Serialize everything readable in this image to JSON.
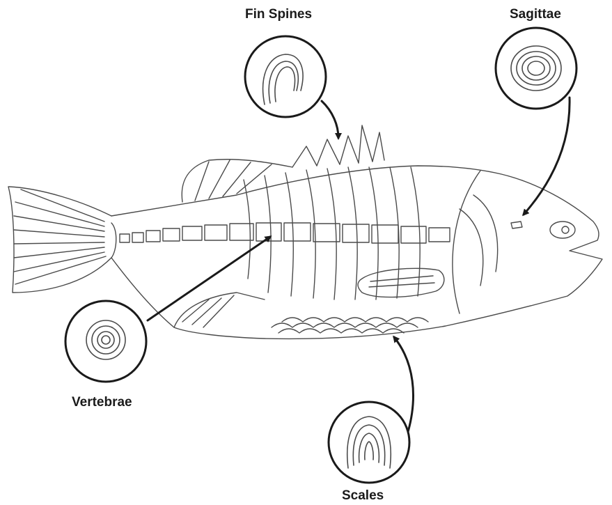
{
  "diagram": {
    "labels": {
      "fin_spines": "Fin Spines",
      "sagittae": "Sagittae",
      "vertebrae": "Vertebrae",
      "scales": "Scales"
    },
    "style": {
      "ink": "#2a2a2a",
      "pencil": "#4a4a4a",
      "paper": "#ffffff"
    }
  }
}
